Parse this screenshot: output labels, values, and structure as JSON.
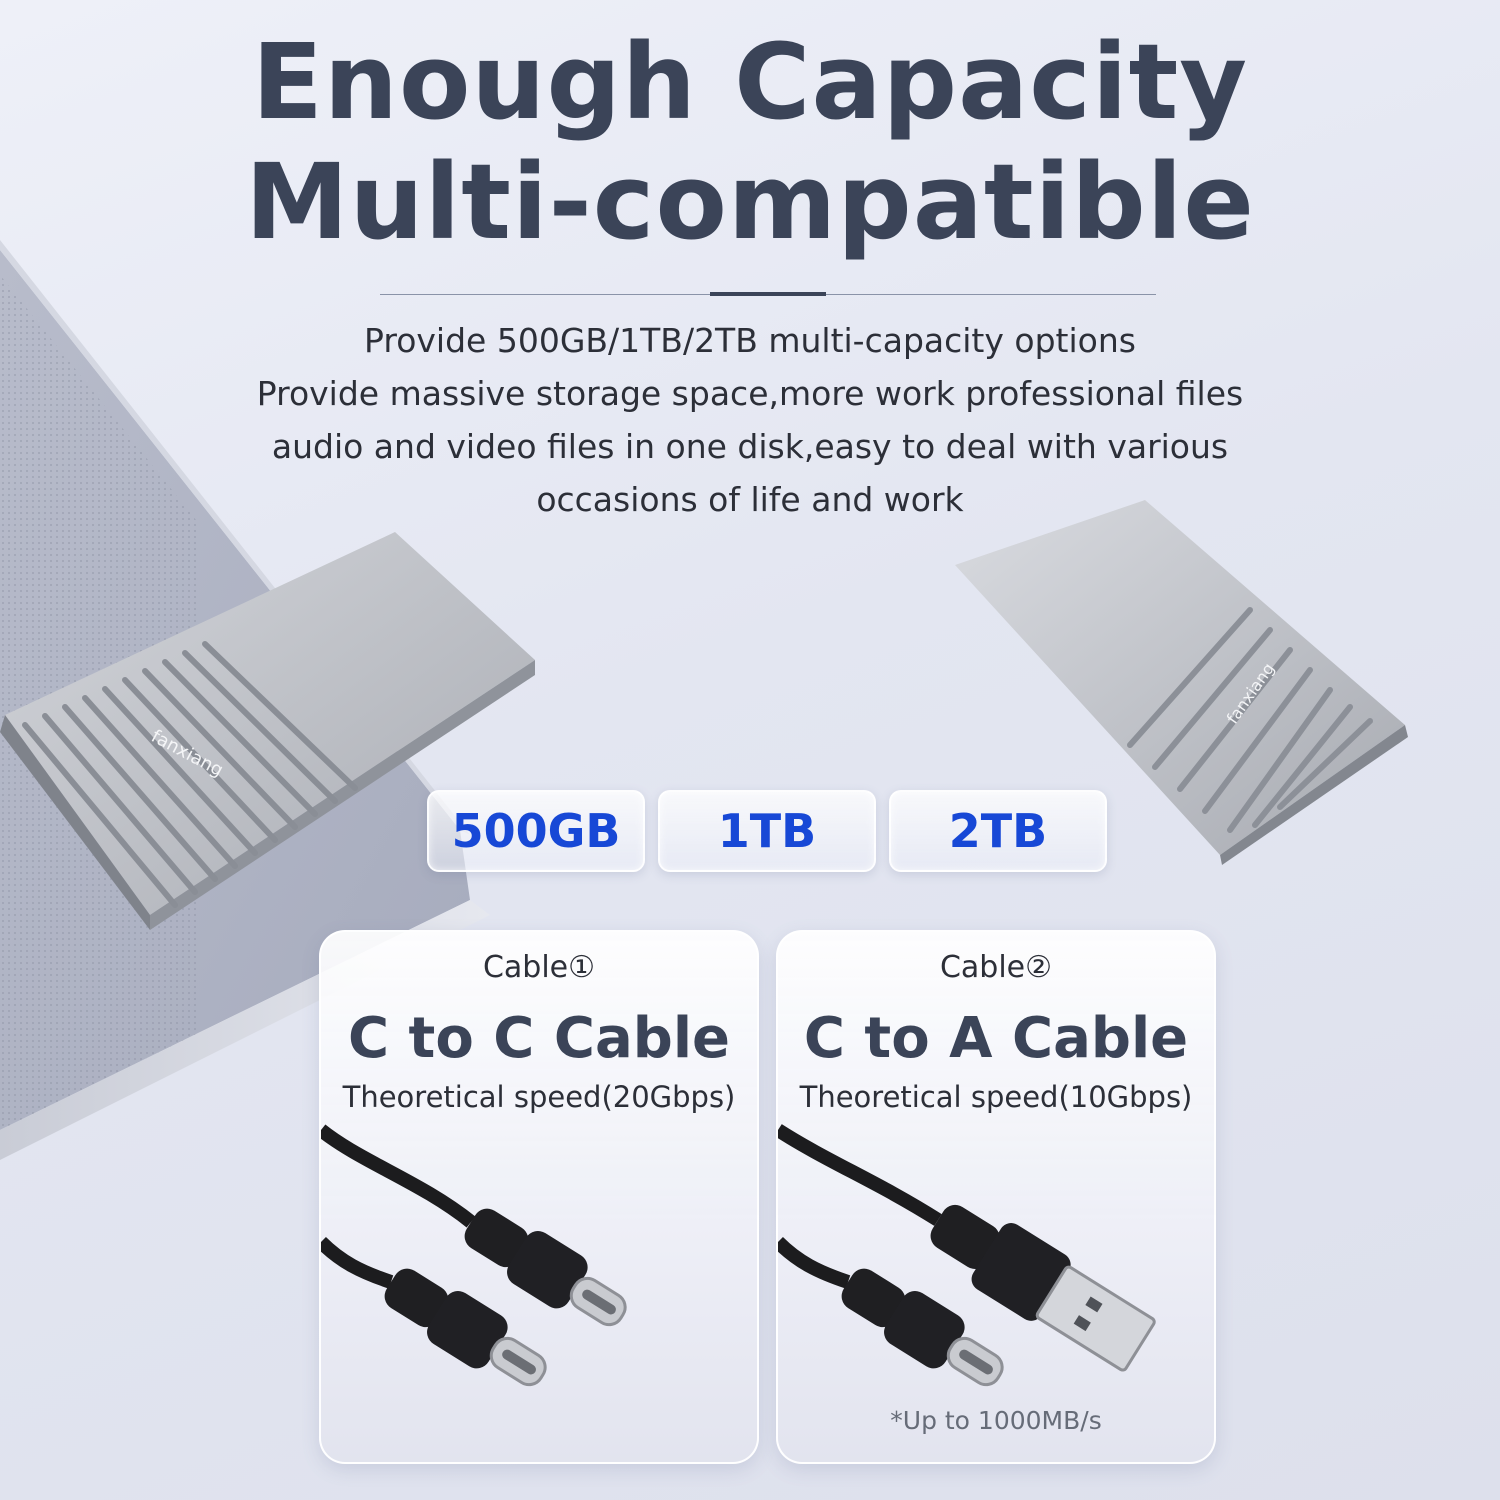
{
  "headline": {
    "line1": "Enough Capacity",
    "line2": "Multi-compatible"
  },
  "description": [
    "Provide 500GB/1TB/2TB multi-capacity options",
    "Provide massive storage space,more work professional files",
    "audio and video files in one disk,easy to deal with various",
    "occasions of life and work"
  ],
  "capacities": [
    "500GB",
    "1TB",
    "2TB"
  ],
  "brand_label": "fanxiang",
  "cables": [
    {
      "tag": "Cable①",
      "name": "C to C Cable",
      "speed": "Theoretical speed(20Gbps)",
      "note": ""
    },
    {
      "tag": "Cable②",
      "name": "C to A Cable",
      "speed": "Theoretical speed(10Gbps)",
      "note": "*Up to 1000MB/s"
    }
  ],
  "colors": {
    "headline": "#3b4458",
    "capacity_text": "#1748d6",
    "cable_body": "#1c1c1e",
    "ssd_body": "#b9bcc3"
  }
}
